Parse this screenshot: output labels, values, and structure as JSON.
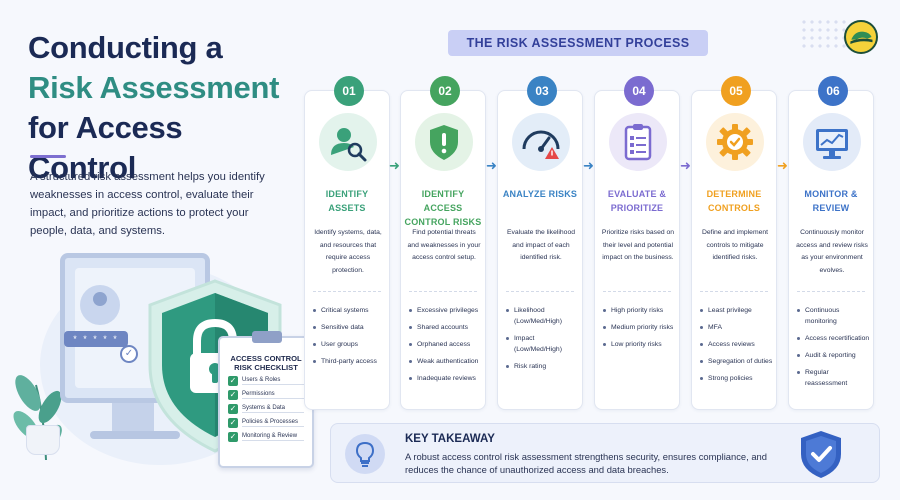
{
  "title": {
    "line1": "Conducting a",
    "line2": "Risk Assessment",
    "line3": "for Access Control"
  },
  "intro": "A structured risk assessment helps you identify weaknesses in access control, evaluate their impact, and prioritize actions to protect your people, data, and systems.",
  "illustration": {
    "password_mask": "* * * * *",
    "checklist": {
      "title": "ACCESS CONTROL RISK CHECKLIST",
      "items": [
        "Users & Roles",
        "Permissions",
        "Systems & Data",
        "Policies & Processes",
        "Monitoring & Review"
      ]
    }
  },
  "process": {
    "header": "THE RISK ASSESSMENT PROCESS",
    "steps": [
      {
        "num": "01",
        "title": "IDENTIFY ASSETS",
        "color": "#3aa17a",
        "icon": "user-search-icon",
        "desc": "Identify systems, data, and resources that require access protection.",
        "bullets": [
          "Critical systems",
          "Sensitive data",
          "User groups",
          "Third-party access"
        ]
      },
      {
        "num": "02",
        "title": "IDENTIFY ACCESS CONTROL RISKS",
        "color": "#45a45f",
        "icon": "shield-alert-icon",
        "desc": "Find potential threats and weaknesses in your access control setup.",
        "bullets": [
          "Excessive privileges",
          "Shared accounts",
          "Orphaned access",
          "Weak authentication",
          "Inadequate reviews"
        ]
      },
      {
        "num": "03",
        "title": "ANALYZE RISKS",
        "color": "#3a83c4",
        "icon": "gauge-icon",
        "desc": "Evaluate the likelihood and impact of each identified risk.",
        "bullets": [
          "Likelihood (Low/Med/High)",
          "Impact (Low/Med/High)",
          "Risk rating"
        ]
      },
      {
        "num": "04",
        "title": "EVALUATE & PRIORITIZE",
        "color": "#7b6bd0",
        "icon": "clipboard-list-icon",
        "desc": "Prioritize risks based on their level and potential impact on the business.",
        "bullets": [
          "High priority risks",
          "Medium priority risks",
          "Low priority risks"
        ]
      },
      {
        "num": "05",
        "title": "DETERMINE CONTROLS",
        "color": "#f0a020",
        "icon": "gear-check-icon",
        "desc": "Define and implement controls to mitigate identified risks.",
        "bullets": [
          "Least privilege",
          "MFA",
          "Access reviews",
          "Segregation of duties",
          "Strong policies"
        ]
      },
      {
        "num": "06",
        "title": "MONITOR & REVIEW",
        "color": "#3d73c8",
        "icon": "monitor-chart-icon",
        "desc": "Continuously monitor access and review risks as your environment evolves.",
        "bullets": [
          "Continuous monitoring",
          "Access recertification",
          "Audit & reporting",
          "Regular reassessment"
        ]
      }
    ]
  },
  "takeaway": {
    "title": "KEY TAKEAWAY",
    "text": "A robust access control risk assessment strengthens security, ensures compliance, and reduces the chance of unauthorized access and data breaches."
  }
}
